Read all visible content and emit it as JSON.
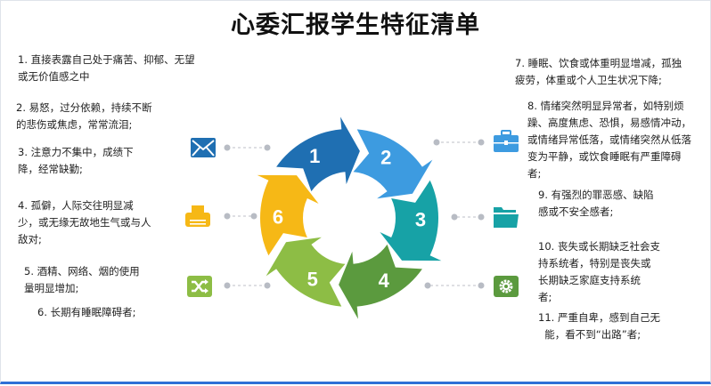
{
  "title": "心委汇报学生特征清单",
  "left_items": [
    "1. 直接表露自己处于痛苦、抑郁、无望\n或无价值感之中",
    "2. 易怒，过分依赖，持续不断\n的悲伤或焦虑，常常流泪;",
    "3. 注意力不集中，成绩下\n降，经常缺勤;",
    "4. 孤僻，人际交往明显减\n少，或无缘无故地生气或与人\n敌对;",
    "5. 酒精、网络、烟的使用\n量明显增加;",
    "6. 长期有睡眠障碍者;"
  ],
  "right_items": [
    "7. 睡眠、饮食或体重明显增减，孤独\n疲劳，体重或个人卫生状况下降;",
    "8. 情绪突然明显异常者，如特别烦\n躁、高度焦虑、恐惧，易感情冲动，\n或情绪异常低落，或情绪突然从低落\n变为平静，或饮食睡眠有严重障碍\n者;",
    "9. 有强烈的罪恶感、缺陷\n感或不安全感者;",
    "10. 丧失或长期缺乏社会支\n持系统者，特别是丧失或\n长期缺乏家庭支持系统\n者;",
    "11. 严重自卑，感到自己无\n  能，看不到“出路”者;"
  ],
  "cycle": {
    "labels": [
      "1",
      "2",
      "3",
      "4",
      "5",
      "6"
    ],
    "colors": [
      "#1f6fb2",
      "#3d9be0",
      "#17a2a6",
      "#5b9a3e",
      "#8dbd45",
      "#f6b816"
    ]
  },
  "icons_left": [
    "mail-icon",
    "printer-icon",
    "shuffle-icon"
  ],
  "icons_right": [
    "briefcase-icon",
    "folder-icon",
    "gear-icon"
  ],
  "icon_colors": {
    "mail": "#1f6fb2",
    "printer": "#f6b816",
    "shuffle": "#8dbd45",
    "briefcase": "#3d9be0",
    "folder": "#17a2a6",
    "gear": "#5b9a3e"
  }
}
